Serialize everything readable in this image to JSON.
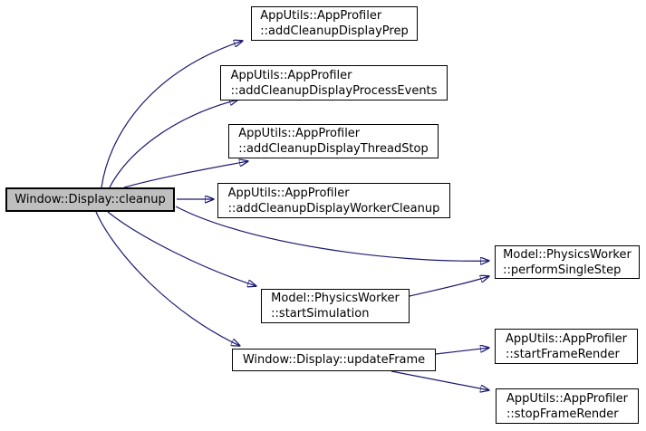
{
  "figure": {
    "kind": "doxygen-call-graph",
    "root_function": "Window::Display::cleanup"
  },
  "colors": {
    "background": "#ffffff",
    "edge": "#191970",
    "node_border": "#000000",
    "node_fill": "#ffffff",
    "highlight_node_fill": "#bfbfbf",
    "text": "#000000"
  },
  "nodes": {
    "cleanup": {
      "lines": [
        "Window::Display::cleanup"
      ],
      "highlighted": true
    },
    "prep": {
      "lines": [
        "AppUtils::AppProfiler",
        "::addCleanupDisplayPrep"
      ]
    },
    "process_events": {
      "lines": [
        "AppUtils::AppProfiler",
        "::addCleanupDisplayProcessEvents"
      ]
    },
    "thread_stop": {
      "lines": [
        "AppUtils::AppProfiler",
        "::addCleanupDisplayThreadStop"
      ]
    },
    "worker_cleanup": {
      "lines": [
        "AppUtils::AppProfiler",
        "::addCleanupDisplayWorkerCleanup"
      ]
    },
    "perform_single_step": {
      "lines": [
        "Model::PhysicsWorker",
        "::performSingleStep"
      ]
    },
    "start_simulation": {
      "lines": [
        "Model::PhysicsWorker",
        "::startSimulation"
      ]
    },
    "update_frame": {
      "lines": [
        "Window::Display::updateFrame"
      ]
    },
    "start_frame_render": {
      "lines": [
        "AppUtils::AppProfiler",
        "::startFrameRender"
      ]
    },
    "stop_frame_render": {
      "lines": [
        "AppUtils::AppProfiler",
        "::stopFrameRender"
      ]
    }
  },
  "edges": [
    {
      "from": "Window::Display::cleanup",
      "to": "AppUtils::AppProfiler::addCleanupDisplayPrep"
    },
    {
      "from": "Window::Display::cleanup",
      "to": "AppUtils::AppProfiler::addCleanupDisplayProcessEvents"
    },
    {
      "from": "Window::Display::cleanup",
      "to": "AppUtils::AppProfiler::addCleanupDisplayThreadStop"
    },
    {
      "from": "Window::Display::cleanup",
      "to": "AppUtils::AppProfiler::addCleanupDisplayWorkerCleanup"
    },
    {
      "from": "Window::Display::cleanup",
      "to": "Model::PhysicsWorker::performSingleStep"
    },
    {
      "from": "Window::Display::cleanup",
      "to": "Model::PhysicsWorker::startSimulation"
    },
    {
      "from": "Window::Display::cleanup",
      "to": "Window::Display::updateFrame"
    },
    {
      "from": "Model::PhysicsWorker::startSimulation",
      "to": "Model::PhysicsWorker::performSingleStep"
    },
    {
      "from": "Window::Display::updateFrame",
      "to": "AppUtils::AppProfiler::startFrameRender"
    },
    {
      "from": "Window::Display::updateFrame",
      "to": "AppUtils::AppProfiler::stopFrameRender"
    }
  ]
}
